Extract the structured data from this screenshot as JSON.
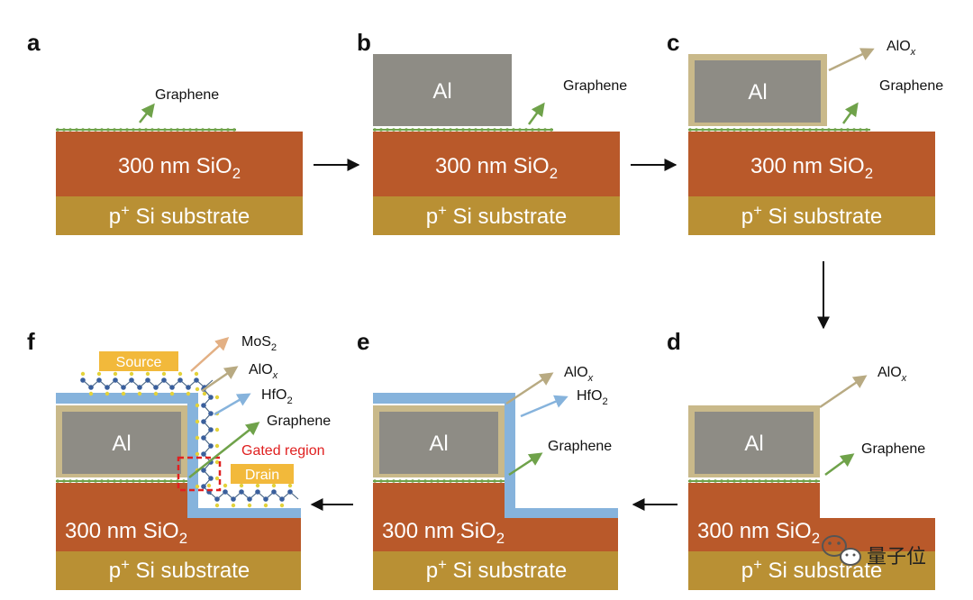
{
  "colors": {
    "sio2": "#b9592a",
    "substrate": "#b99034",
    "al": "#8e8c85",
    "alox": "#c9b98a",
    "hfo2": "#86b3dc",
    "graphene": "#6fa24a",
    "mos2_arrow": "#e3b084",
    "source_drain": "#f2b93b",
    "gated": "#e02020",
    "arrow": "#111111"
  },
  "panels": {
    "a": {
      "letter": "a",
      "sio2": "300 nm SiO",
      "sio2_sub": "2",
      "substrate_sup": "+",
      "substrate_p": "p",
      "substrate": " Si substrate",
      "graphene": "Graphene"
    },
    "b": {
      "letter": "b",
      "al": "Al",
      "sio2": "300 nm SiO",
      "sio2_sub": "2",
      "substrate_p": "p",
      "substrate_sup": "+",
      "substrate": " Si substrate",
      "graphene": "Graphene"
    },
    "c": {
      "letter": "c",
      "al": "Al",
      "alox": "AlO",
      "alox_sub": "x",
      "graphene": "Graphene",
      "sio2": "300 nm SiO",
      "sio2_sub": "2",
      "substrate_p": "p",
      "substrate_sup": "+",
      "substrate": " Si substrate"
    },
    "d": {
      "letter": "d",
      "al": "Al",
      "alox": "AlO",
      "alox_sub": "x",
      "graphene": "Graphene",
      "sio2": "300 nm SiO",
      "sio2_sub": "2",
      "substrate_p": "p",
      "substrate_sup": "+",
      "substrate": " Si substrate"
    },
    "e": {
      "letter": "e",
      "al": "Al",
      "alox": "AlO",
      "alox_sub": "x",
      "hfo2": "HfO",
      "hfo2_sub": "2",
      "graphene": "Graphene",
      "sio2": "300 nm SiO",
      "sio2_sub": "2",
      "substrate_p": "p",
      "substrate_sup": "+",
      "substrate": " Si substrate"
    },
    "f": {
      "letter": "f",
      "al": "Al",
      "mos2": "MoS",
      "mos2_sub": "2",
      "alox": "AlO",
      "alox_sub": "x",
      "hfo2": "HfO",
      "hfo2_sub": "2",
      "graphene": "Graphene",
      "gated": "Gated region",
      "source": "Source",
      "drain": "Drain",
      "sio2": "300 nm SiO",
      "sio2_sub": "2",
      "substrate_p": "p",
      "substrate_sup": "+",
      "substrate": " Si substrate"
    }
  },
  "watermark": {
    "text": "量子位",
    "icon": "wechat-icon"
  }
}
